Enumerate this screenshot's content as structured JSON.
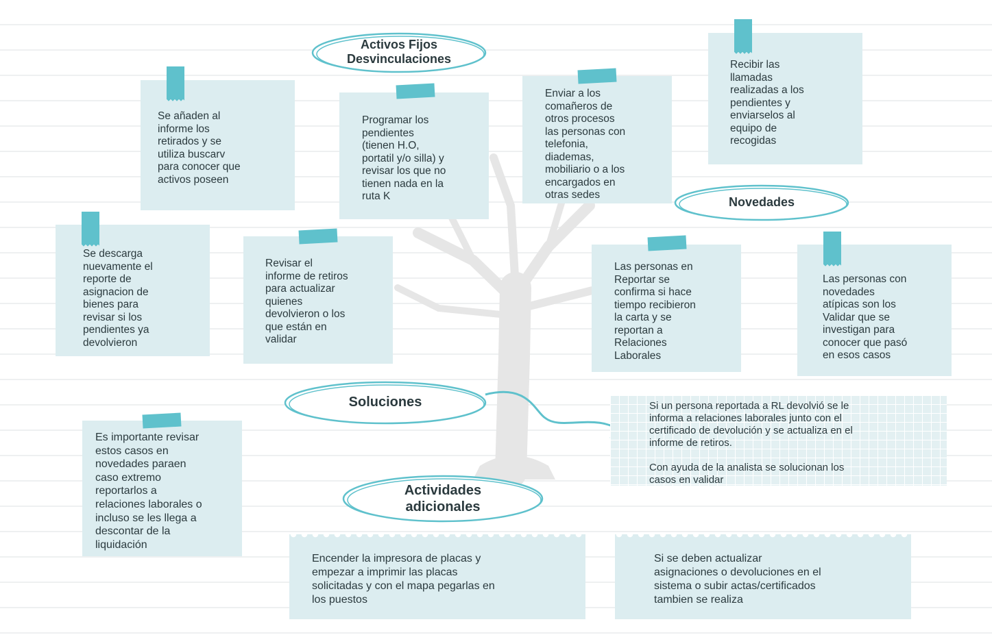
{
  "colors": {
    "note_bg": "#dcedf0",
    "tape": "#5fc1cc",
    "bubble_outline": "#5fc1cc",
    "text": "#2b3a3e",
    "tree": "#e8e8e8"
  },
  "bubbles": {
    "activos": "Activos Fijos\nDesvinculaciones",
    "novedades": "Novedades",
    "soluciones": "Soluciones",
    "actividades": "Actividades\nadicionales"
  },
  "notes": {
    "retirados": "Se añaden al\ninforme los\nretirados y se\nutiliza buscarv\npara conocer que\nactivos poseen",
    "programar": "Programar los\npendientes\n(tienen H.O,\nportatil y/o silla) y\nrevisar los que no\ntienen nada en la\nruta K",
    "enviar": "Enviar a los\ncomañeros de\notros procesos\nlas personas con\ntelefonia,\ndiademas,\nmobiliario o a los\nencargados en\notras sedes",
    "recibir": "Recibir las\nllamadas\nrealizadas a los\npendientes y\nenviarselos al\nequipo de\nrecogidas",
    "descarga": "Se descarga\nnuevamente el\nreporte de\nasignacion de\nbienes para\nrevisar si los\npendientes ya\ndevolvieron",
    "revisar": "Revisar el\ninforme de retiros\npara actualizar\nquienes\ndevolvieron o los\nque están en\nvalidar",
    "reportar": "Las personas en\nReportar se\nconfirma si hace\ntiempo recibieron\nla carta y se\nreportan a\nRelaciones\nLaborales",
    "atipicas": "Las personas con\nnovedades\natípicas son los\nValidar que se\ninvestigan para\nconocer que pasó\nen esos casos",
    "importante": "Es importante revisar\nestos casos en\nnovedades paraen\ncaso extremo\nreportarlos a\nrelaciones laborales o\nincluso se les llega a\ndescontar de la\nliquidación",
    "solucion": "Si un persona reportada a RL devolvió se le\ninforma a relaciones laborales junto con el\ncertificado de devolución y se actualiza en el\ninforme de retiros.\n\nCon ayuda de la analista se solucionan los\ncasos en validar",
    "impresora": "Encender la impresora de placas y\nempezar a imprimir las placas\nsolicitadas y con el mapa pegarlas en\nlos puestos",
    "actualizar": "Si se deben actualizar\nasignaciones o devoluciones en el\nsistema o subir actas/certificados\ntambien se realiza"
  }
}
